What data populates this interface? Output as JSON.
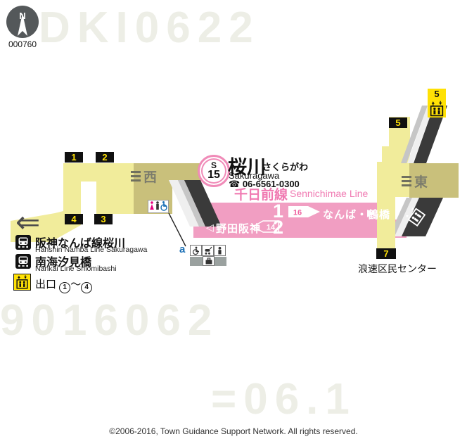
{
  "watermarks": {
    "w1": "DKI0622",
    "w2": "9016062",
    "w3": "=06.1"
  },
  "compass": {
    "north": "N",
    "code": "000760"
  },
  "station": {
    "badge_line": "S",
    "badge_number": "15",
    "name_ja": "桜川",
    "name_kana": "さくらがわ",
    "name_en": "Sakuragawa",
    "phone_icon": "☎",
    "phone": "06-6561-0300"
  },
  "line": {
    "name_ja": "千日前線",
    "name_en": "Sennichimae Line"
  },
  "platform": {
    "track1": {
      "number": "1",
      "car_flag": "16",
      "destination": "なんば・鶴橋",
      "arrow": "▶"
    },
    "track2": {
      "number": "2",
      "car_flag": "14",
      "destination": "野田阪神",
      "arrow": "◁"
    }
  },
  "gates": {
    "west": "西",
    "east": "東"
  },
  "exits": {
    "e1": "1",
    "e2": "2",
    "e3": "3",
    "e4": "4",
    "e5_top": "5",
    "e5_mid": "5",
    "e7": "7"
  },
  "poi": {
    "east": "浪速区民センター"
  },
  "transfers": {
    "t1": {
      "ja": "阪神なんば線桜川",
      "en": "Hanshin Namba Line Sakuragawa"
    },
    "t2": {
      "ja": "南海汐見橋",
      "en": "Nankai Line Shiomibashi"
    }
  },
  "legend": {
    "exit_prefix": "出口",
    "from": "1",
    "tilde": "～",
    "to": "4",
    "elevator_letter": "a"
  },
  "footer": {
    "copyright": "©2006-2016, Town Guidance Support Network. All rights reserved."
  },
  "colors": {
    "line_pink": "#f19ec2",
    "path_yellow": "#f1ec9b",
    "gate_tan": "#c9c07b",
    "exit_yellow": "#ffe105",
    "badge_pink": "#f08bb8",
    "text_pink": "#f07ab2"
  }
}
